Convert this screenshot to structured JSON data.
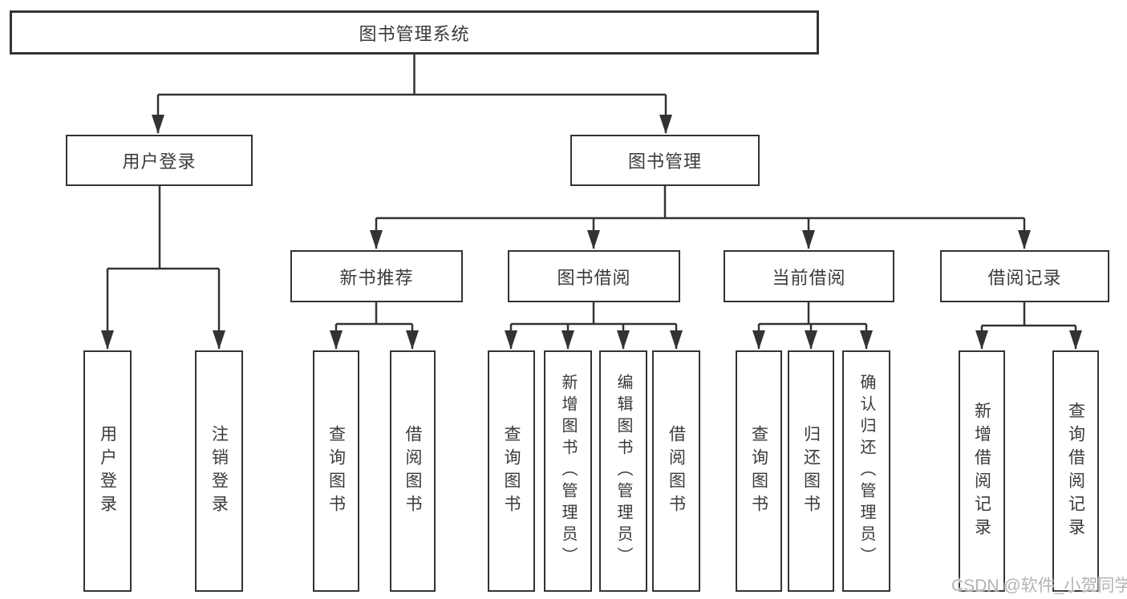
{
  "diagram": {
    "root": {
      "label": "图书管理系统"
    },
    "branches": [
      {
        "label": "用户登录",
        "children": [
          {
            "label": "用户登录"
          },
          {
            "label": "注销登录"
          }
        ]
      },
      {
        "label": "图书管理",
        "children": [
          {
            "label": "新书推荐",
            "children": [
              {
                "label": "查询图书"
              },
              {
                "label": "借阅图书"
              }
            ]
          },
          {
            "label": "图书借阅",
            "children": [
              {
                "label": "查询图书"
              },
              {
                "label": "新增图书（管理员）"
              },
              {
                "label": "编辑图书（管理员）"
              },
              {
                "label": "借阅图书"
              }
            ]
          },
          {
            "label": "当前借阅",
            "children": [
              {
                "label": "查询图书"
              },
              {
                "label": "归还图书"
              },
              {
                "label": "确认归还（管理员）"
              }
            ]
          },
          {
            "label": "借阅记录",
            "children": [
              {
                "label": "新增借阅记录"
              },
              {
                "label": "查询借阅记录"
              }
            ]
          }
        ]
      }
    ]
  },
  "colors": {
    "line": "#333333",
    "box_border": "#333333",
    "text": "#3a3a3a",
    "watermark": "#b3b3b3",
    "background": "#ffffff"
  },
  "watermark": {
    "text": "CSDN @软件_小贺同学"
  }
}
